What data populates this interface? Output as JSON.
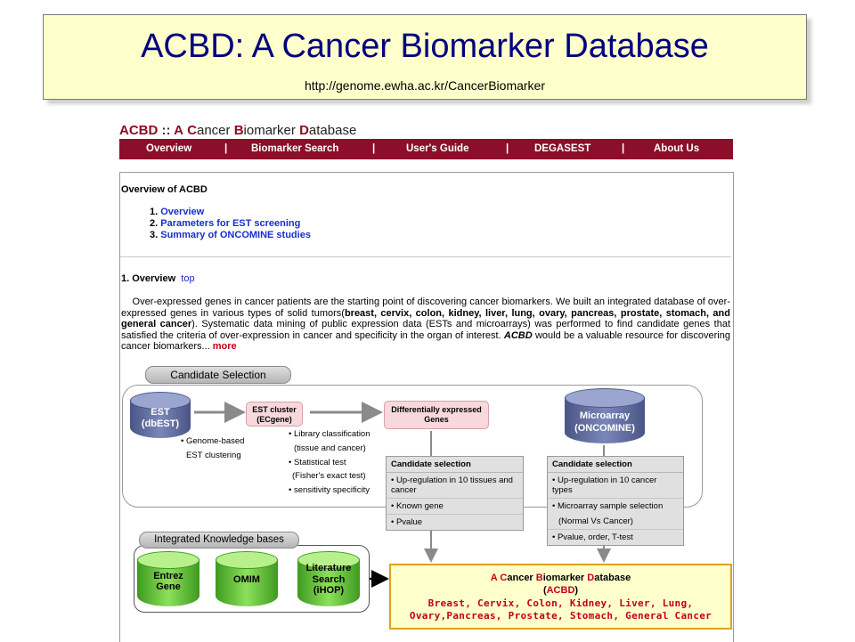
{
  "slide": {
    "title": "ACBD: A Cancer Biomarker Database",
    "url": "http://genome.ewha.ac.kr/CancerBiomarker"
  },
  "site": {
    "title_abbr": "ACBD",
    "title_sep": "::",
    "title_parts": [
      "A",
      " ",
      "C",
      "ancer ",
      "B",
      "iomarker ",
      "D",
      "atabase"
    ],
    "nav": [
      "Overview",
      "Biomarker  Search",
      "User's Guide",
      "DEGASEST",
      "About Us"
    ],
    "nav_sep": "|",
    "colors": {
      "nav_bg": "#8b0f2a",
      "link": "#1a2ec9",
      "accent_red": "#c2001a"
    }
  },
  "content": {
    "overview_heading": "Overview of ACBD",
    "toc": [
      {
        "num": "1.",
        "label": "Overview"
      },
      {
        "num": "2.",
        "label": "Parameters for EST screening"
      },
      {
        "num": "3.",
        "label": "Summary of ONCOMINE studies"
      }
    ],
    "section_title": "1. Overview",
    "section_top_link": "top",
    "paragraph": {
      "p1": "Over-expressed genes in cancer patients are the starting point of discovering cancer biomarkers. We built an integrated database of over-expressed genes in various types of solid tumors(",
      "p1_bold": "breast, cervix, colon, kidney, liver, lung, ovary, pancreas, prostate, stomach, and general cancer",
      "p2": "). Systematic data mining of public expression data (ESTs and microarrays) was performed to find candidate genes that satisfied the criteria of over-expression in cancer and specificity in the organ of interest. ",
      "p2_italic": "ACBD",
      "p3": "  would be a valuable resource for discovering cancer biomarkers... ",
      "more": "more"
    }
  },
  "diagram": {
    "candidate_selection_label": "Candidate Selection",
    "est_cyl": [
      "EST",
      "(dbEST)"
    ],
    "est_note": [
      "• Genome-based",
      "EST clustering"
    ],
    "est_cluster": [
      "EST cluster",
      "(ECgene)"
    ],
    "cluster_notes": [
      "• Library classification",
      "(tissue and cancer)",
      "• Statistical test",
      "(Fisher's exact test)",
      "• sensitivity specificity"
    ],
    "deg_box": [
      "Differentially expressed",
      "Genes"
    ],
    "microarray_cyl": [
      "Microarray",
      "(ONCOMINE)"
    ],
    "left_cand": {
      "header": "Candidate selection",
      "rows": [
        "• Up-regulation in 10 tissues and cancer",
        "• Known gene",
        "• Pvalue"
      ]
    },
    "right_cand": {
      "header": "Candidate selection",
      "rows": [
        "• Up-regulation in 10 cancer types",
        "• Microarray sample selection",
        "(Normal Vs Cancer)",
        "• Pvalue, order, T-test"
      ]
    },
    "kb_label": "Integrated Knowledge bases",
    "kb_items": [
      [
        "Entrez",
        "Gene"
      ],
      [
        "OMIM"
      ],
      [
        "Literature",
        "Search",
        "(iHOP)"
      ]
    ],
    "result": {
      "line1_parts": [
        "A",
        " ",
        "C",
        "ancer ",
        "B",
        "iomarker ",
        "D",
        "atabase"
      ],
      "line2_abbr": "ACBD",
      "line3": "Breast, Cervix, Colon, Kidney, Liver, Lung,",
      "line4": "Ovary,Pancreas, Prostate, Stomach, General Cancer"
    }
  }
}
